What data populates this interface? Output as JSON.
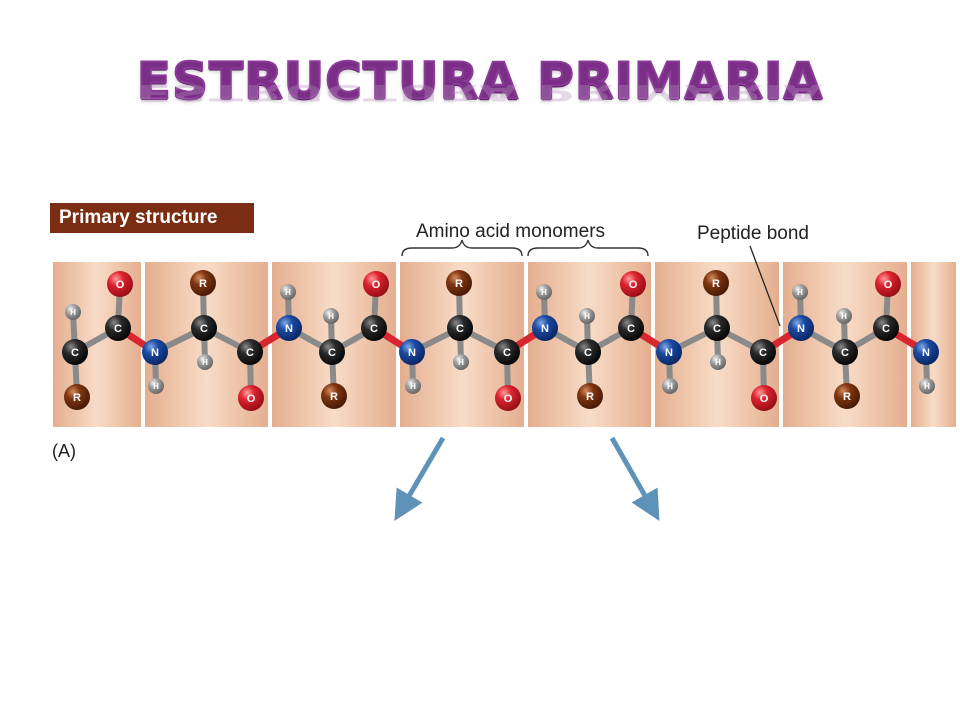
{
  "title": "ESTRUCTURA PRIMARIA",
  "diagram": {
    "label": "Primary structure",
    "monomers_caption": "Amino acid monomers",
    "bond_caption": "Peptide bond",
    "panel_label": "(A)",
    "atom_letters": {
      "carbon": "C",
      "nitrogen": "N",
      "oxygen": "O",
      "hydrogen": "H",
      "side_chain": "R"
    },
    "colors": {
      "title": "#7a2e86",
      "label_box": "#7a2d12",
      "band_light": "#f6d9c3",
      "band_dark": "#e9b89a",
      "carbon": "#1a1a1a",
      "nitrogen": "#0f3f8c",
      "oxygen": "#d0202e",
      "hydrogen": "#9a9a9a",
      "side_chain": "#7a3411",
      "bond_gray": "#8a8a8a",
      "peptide_bond": "#d72630",
      "arrow": "#5f92b8"
    }
  }
}
